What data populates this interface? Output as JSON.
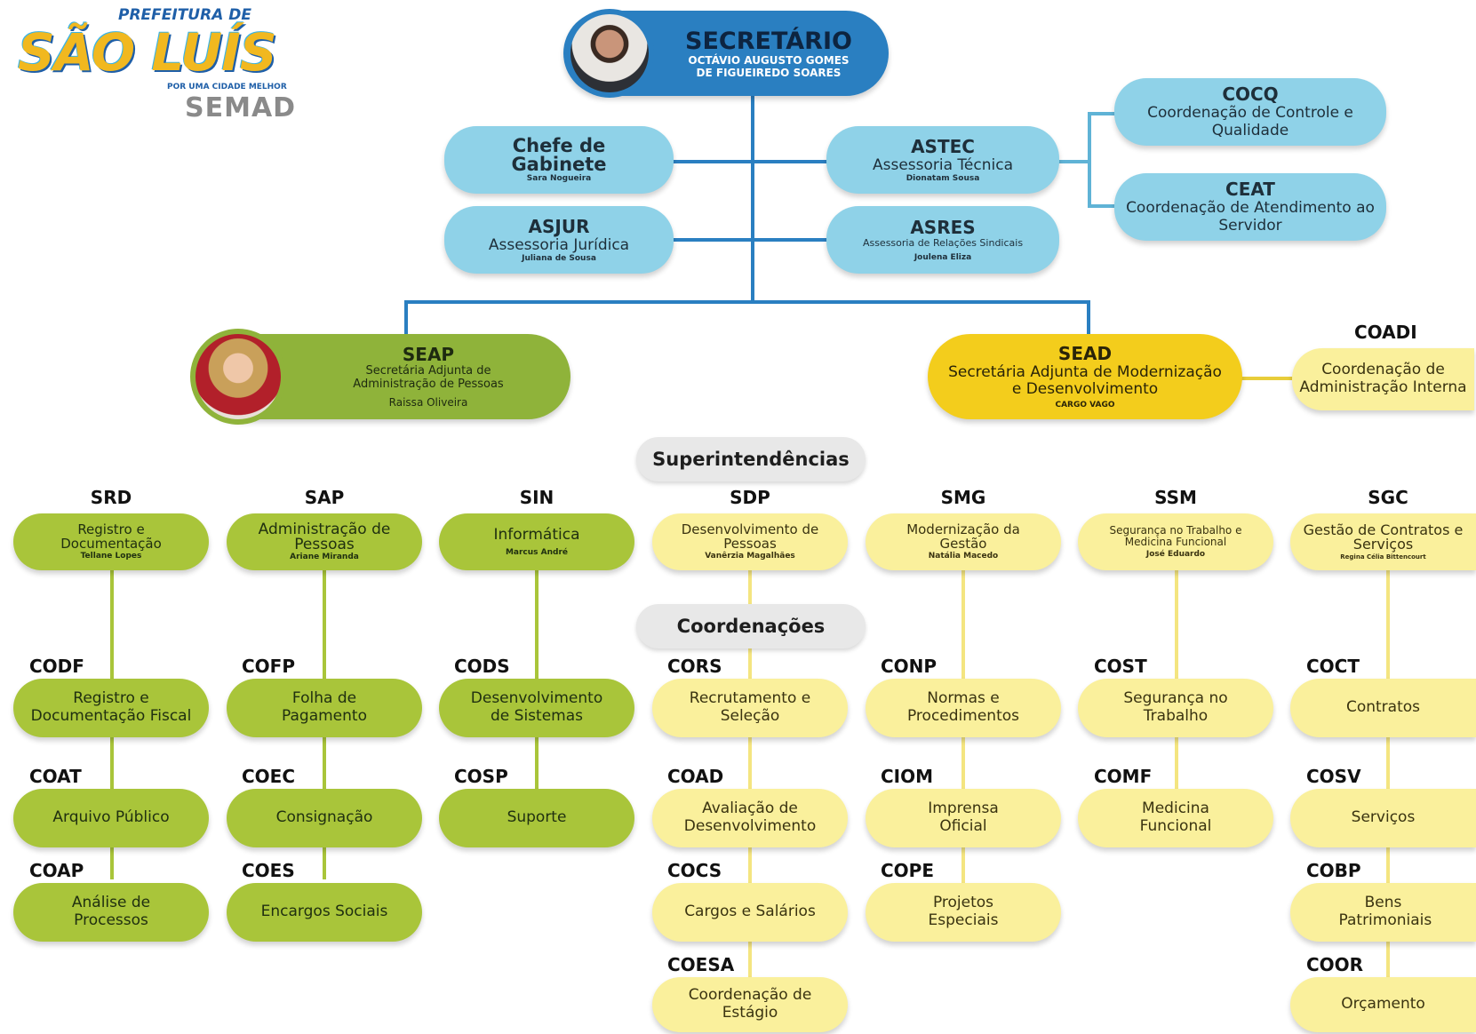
{
  "logo": {
    "line1": "PREFEITURA DE",
    "city": "SÃO LUÍS",
    "slogan": "POR UMA CIDADE MELHOR",
    "dept": "SEMAD"
  },
  "secretary": {
    "title": "SECRETÁRIO",
    "name": "OCTÁVIO AUGUSTO GOMES DE FIGUEIREDO SOARES"
  },
  "staff": {
    "chefe": {
      "title": "Chefe de Gabinete",
      "person": "Sara Nogueira"
    },
    "asjur": {
      "title": "ASJUR",
      "desc": "Assessoria Jurídica",
      "person": "Juliana de Sousa"
    },
    "astec": {
      "title": "ASTEC",
      "desc": "Assessoria Técnica",
      "person": "Dionatam Sousa"
    },
    "asres": {
      "title": "ASRES",
      "desc": "Assessoria de Relações Sindicais",
      "person": "Joulena Eliza"
    },
    "cocq": {
      "title": "COCQ",
      "desc": "Coordenação de Controle e Qualidade"
    },
    "ceat": {
      "title": "CEAT",
      "desc": "Coordenação de Atendimento ao Servidor"
    }
  },
  "seap": {
    "title": "SEAP",
    "desc": "Secretária Adjunta de Administração de Pessoas",
    "person": "Raissa Oliveira"
  },
  "sead": {
    "title": "SEAD",
    "desc": "Secretária Adjunta de Modernização e Desenvolvimento",
    "person": "CARGO VAGO"
  },
  "coadi": {
    "code": "COADI",
    "desc": "Coordenação de Administração Interna"
  },
  "section_super": "Superintendências",
  "section_coord": "Coordenações",
  "supers": {
    "srd": {
      "code": "SRD",
      "desc": "Registro e Documentação",
      "person": "Tellane Lopes"
    },
    "sap": {
      "code": "SAP",
      "desc": "Administração de Pessoas",
      "person": "Ariane Miranda"
    },
    "sin": {
      "code": "SIN",
      "desc": "Informática",
      "person": "Marcus André"
    },
    "sdp": {
      "code": "SDP",
      "desc": "Desenvolvimento de Pessoas",
      "person": "Vanêrzia Magalhães"
    },
    "smg": {
      "code": "SMG",
      "desc": "Modernização da Gestão",
      "person": "Natália Macedo"
    },
    "ssm": {
      "code": "SSM",
      "desc": "Segurança no Trabalho e Medicina Funcional",
      "person": "José Eduardo"
    },
    "sgc": {
      "code": "SGC",
      "desc": "Gestão de Contratos e Serviços",
      "person": "Regina Célia Bittencourt"
    }
  },
  "coords": {
    "codf": {
      "code": "CODF",
      "desc": "Registro e Documentação Fiscal"
    },
    "coat": {
      "code": "COAT",
      "desc": "Arquivo Público"
    },
    "coap": {
      "code": "COAP",
      "desc": "Análise de Processos"
    },
    "cofp": {
      "code": "COFP",
      "desc": "Folha de Pagamento"
    },
    "coec": {
      "code": "COEC",
      "desc": "Consignação"
    },
    "coes": {
      "code": "COES",
      "desc": "Encargos Sociais"
    },
    "cods": {
      "code": "CODS",
      "desc": "Desenvolvimento de Sistemas"
    },
    "cosp": {
      "code": "COSP",
      "desc": "Suporte"
    },
    "cors": {
      "code": "CORS",
      "desc": "Recrutamento e Seleção"
    },
    "coad": {
      "code": "COAD",
      "desc": "Avaliação de Desenvolvimento"
    },
    "cocs": {
      "code": "COCS",
      "desc": "Cargos e Salários"
    },
    "coesa": {
      "code": "COESA",
      "desc": "Coordenação de Estágio"
    },
    "conp": {
      "code": "CONP",
      "desc": "Normas e Procedimentos"
    },
    "ciom": {
      "code": "CIOM",
      "desc": "Imprensa Oficial"
    },
    "cope": {
      "code": "COPE",
      "desc": "Projetos Especiais"
    },
    "cost": {
      "code": "COST",
      "desc": "Segurança no Trabalho"
    },
    "comf": {
      "code": "COMF",
      "desc": "Medicina Funcional"
    },
    "coct": {
      "code": "COCT",
      "desc": "Contratos"
    },
    "cosv": {
      "code": "COSV",
      "desc": "Serviços"
    },
    "cobp": {
      "code": "COBP",
      "desc": "Bens Patrimoniais"
    },
    "coor": {
      "code": "COOR",
      "desc": "Orçamento"
    }
  }
}
